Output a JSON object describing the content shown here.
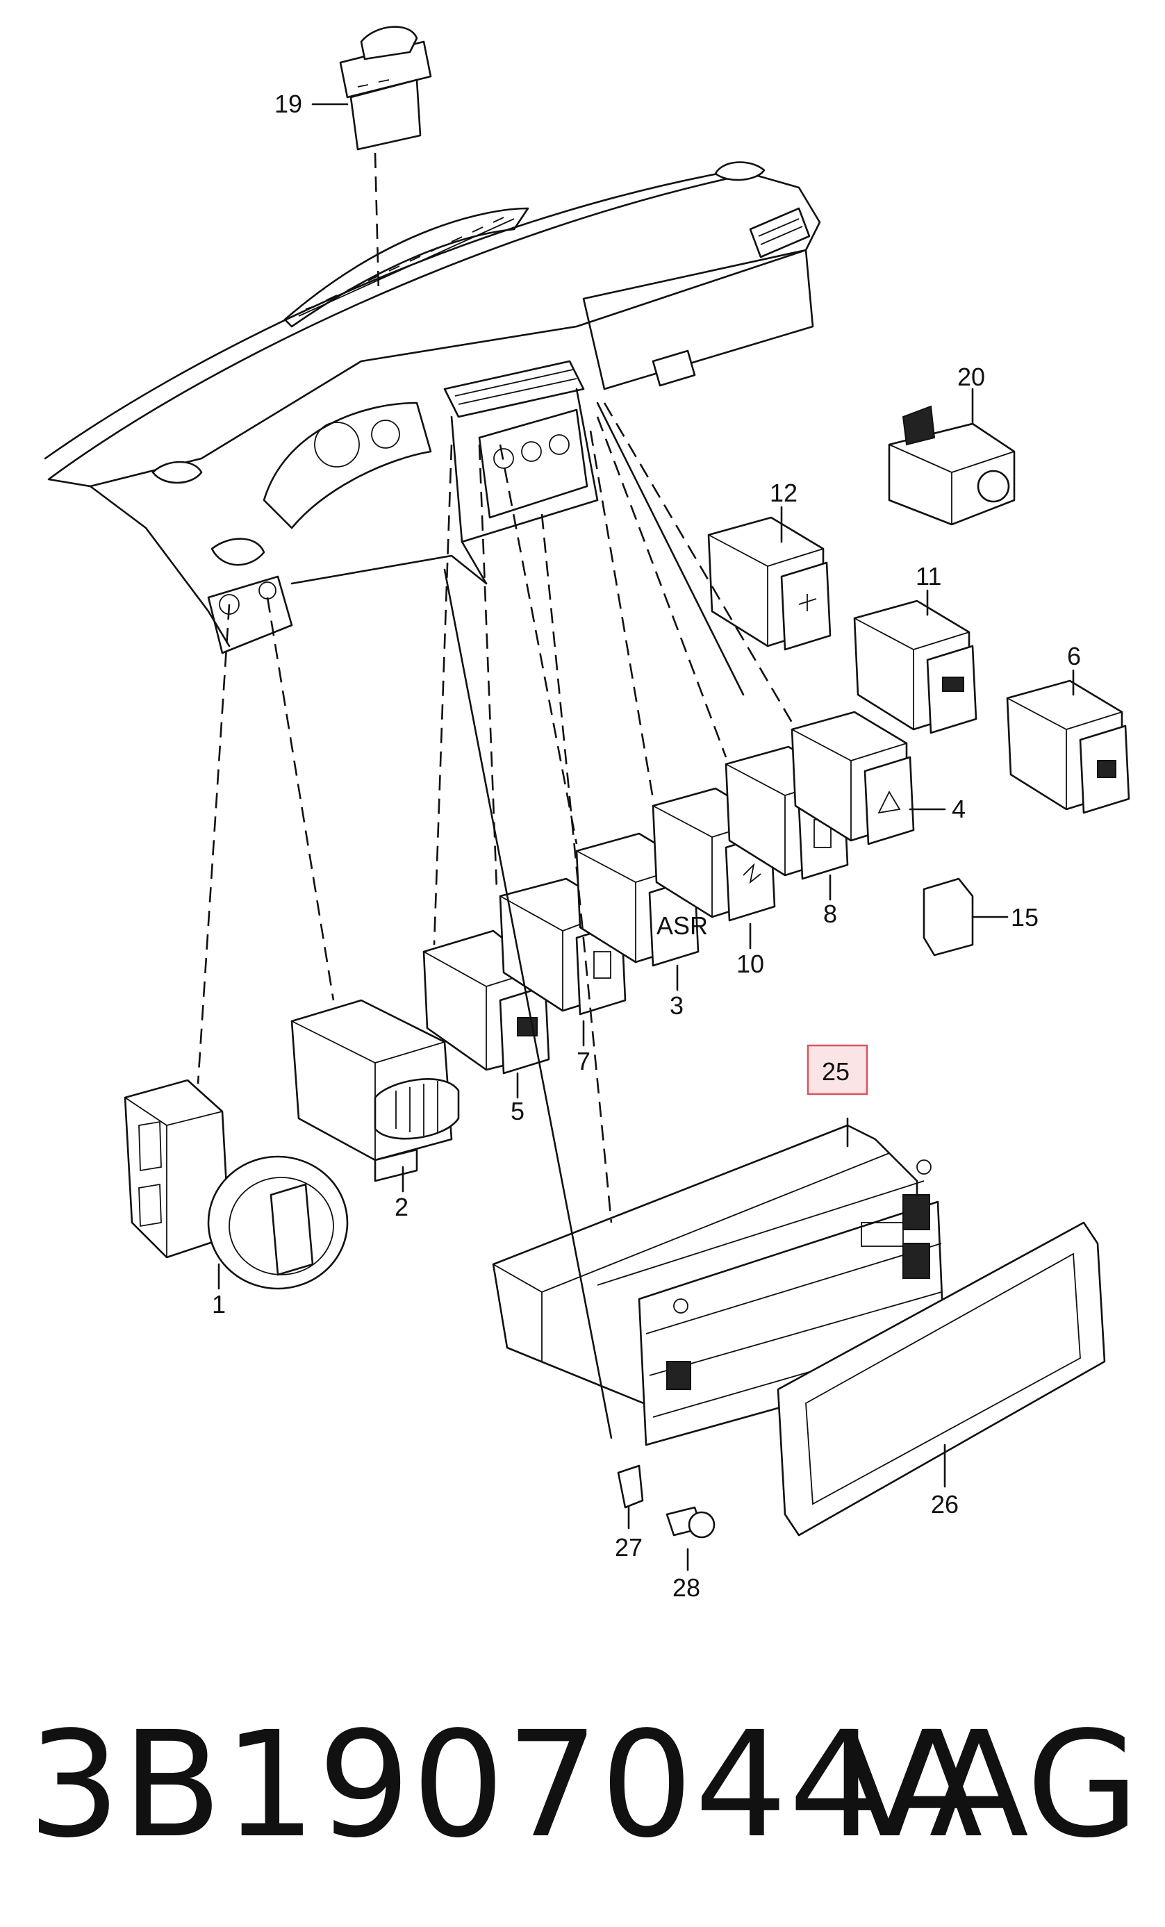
{
  "callouts": {
    "n1": "1",
    "n2": "2",
    "n3": "3",
    "n4": "4",
    "n5": "5",
    "n6": "6",
    "n7": "7",
    "n8": "8",
    "n10": "10",
    "n11": "11",
    "n12": "12",
    "n15": "15",
    "n19": "19",
    "n20": "20",
    "n25": "25",
    "n26": "26",
    "n27": "27",
    "n28": "28"
  },
  "switch_labels": {
    "asr": "ASR"
  },
  "footer": {
    "part_number": "3B1907044A",
    "brand": "VAG"
  },
  "highlight": {
    "callout": "25",
    "color": "#d9535f",
    "fill": "#fbe4e6"
  }
}
